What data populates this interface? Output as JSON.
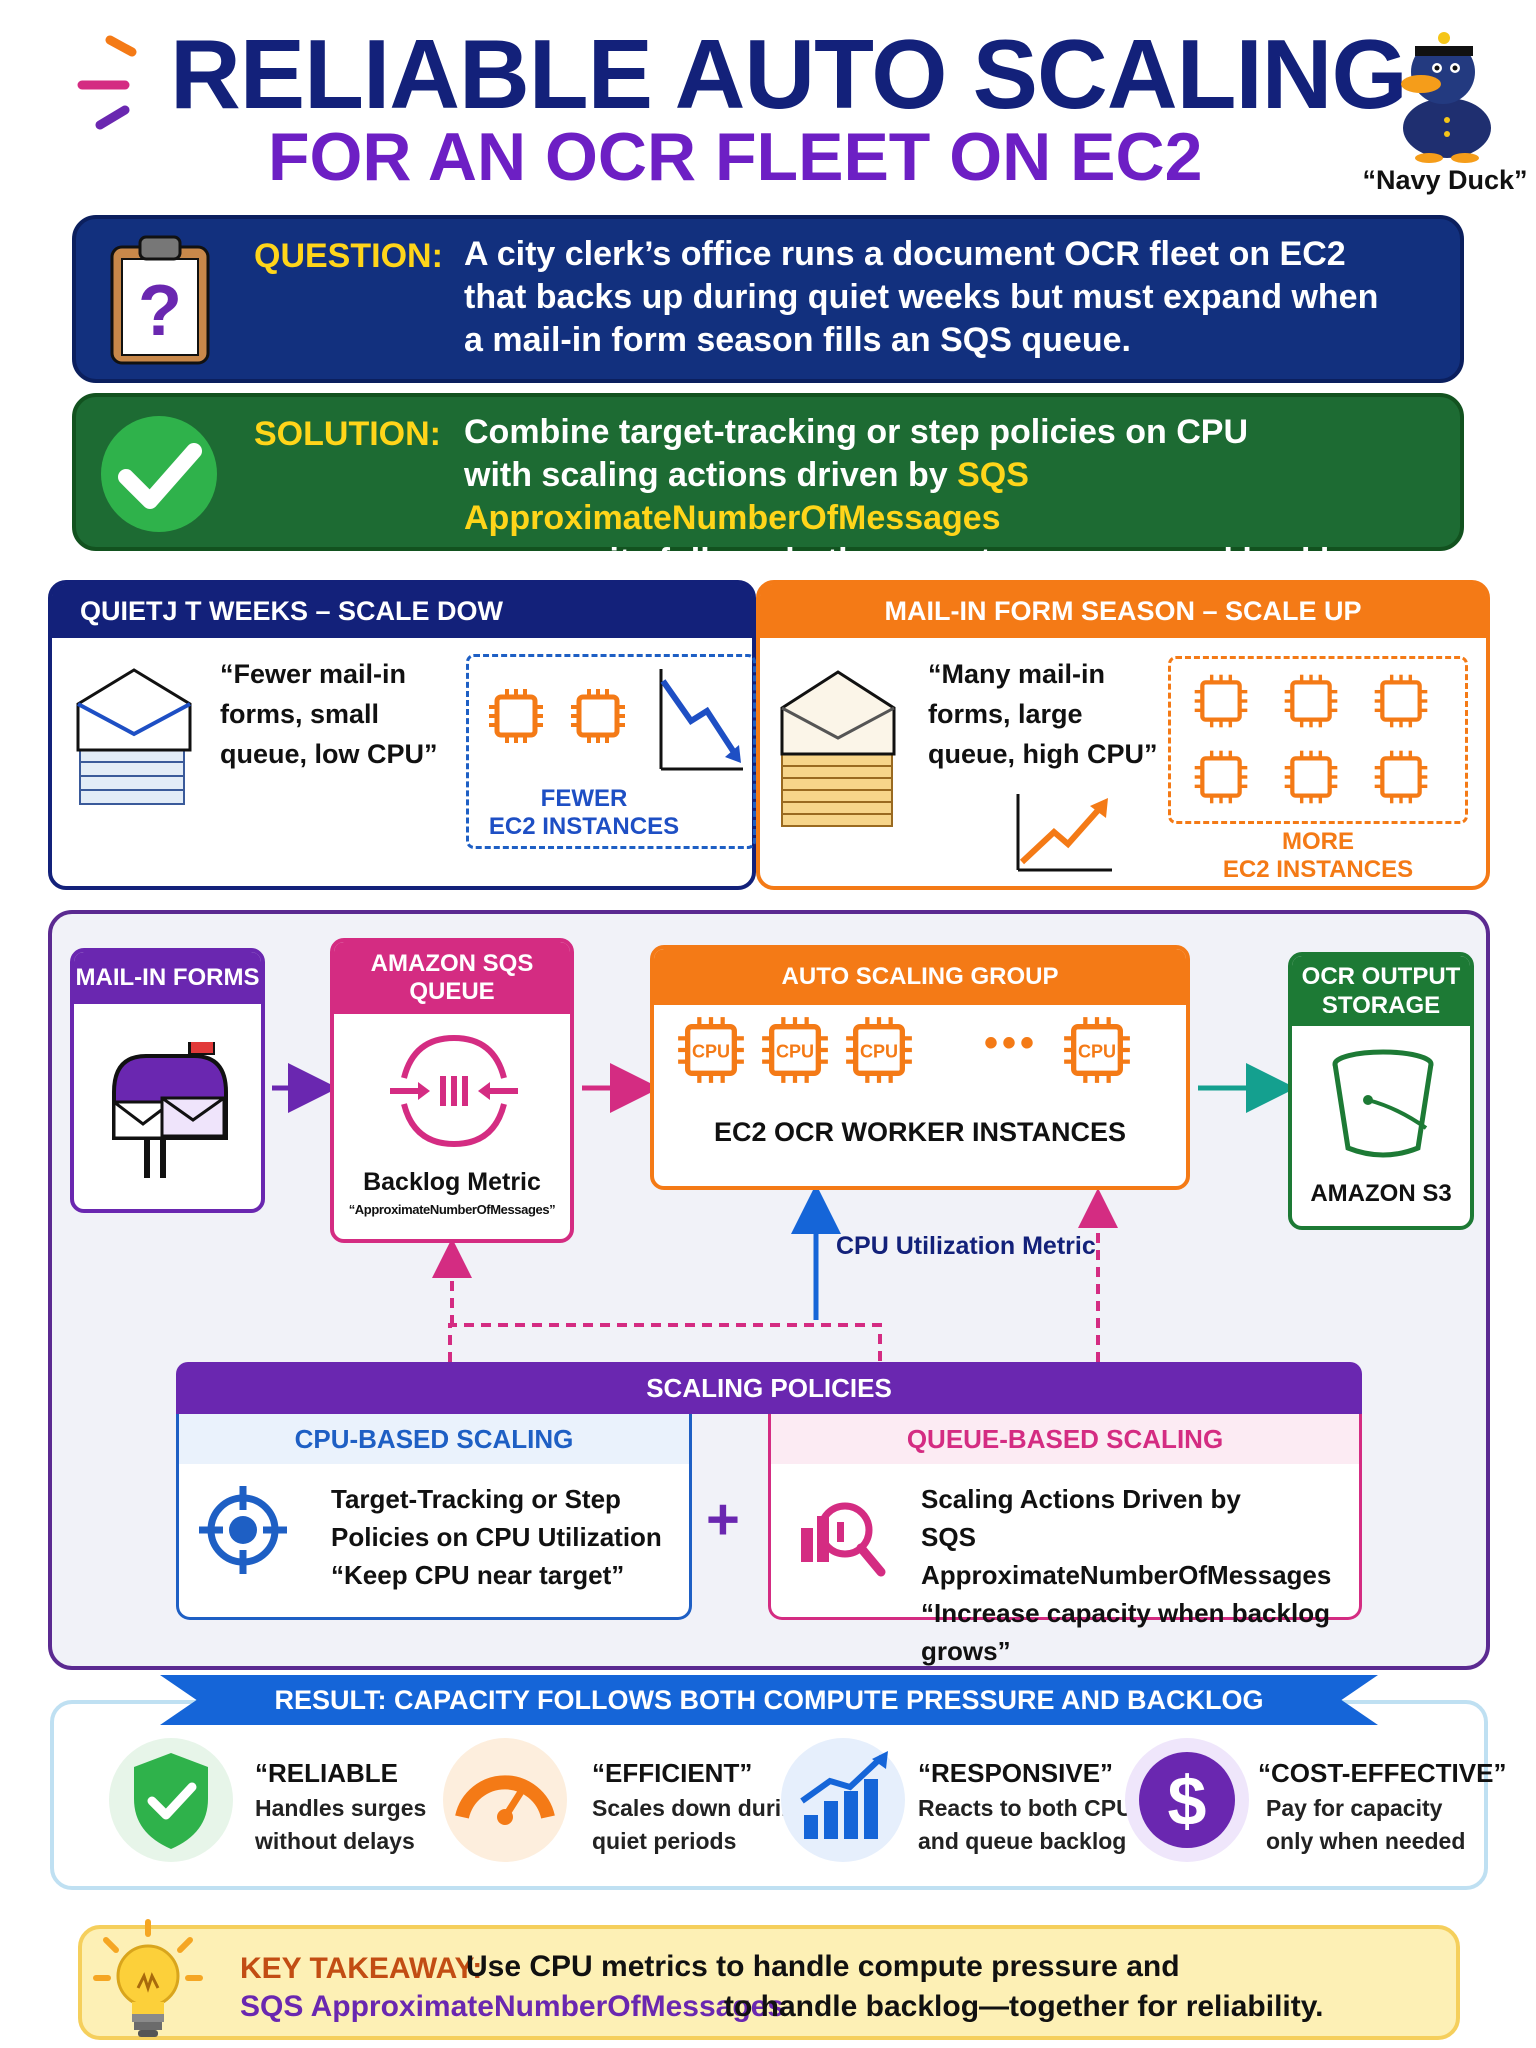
{
  "header": {
    "title_line1": "RELIABLE AUTO SCALING",
    "title_line2": "FOR AN OCR FLEET ON EC2",
    "mascot_caption": "“Navy Duck”"
  },
  "question": {
    "label": "QUESTION:",
    "line1": "A city clerk’s office runs a document OCR fleet on EC2",
    "line2": "that backs up during quiet weeks but must expand when",
    "line3": "a mail-in form season fills an SQS queue."
  },
  "solution": {
    "label": "SOLUTION:",
    "line1": "Combine target-tracking or step policies on CPU",
    "line2_prefix": "with scaling actions driven by ",
    "line2_highlight": "SQS ApproximateNumberOfMessages",
    "line3": "so capacity follows both compute pressure and backlog."
  },
  "quiet": {
    "heading": "QUIETJ     T WEEKS – SCALE DOW",
    "quote_line1": "“Fewer mail-in",
    "quote_line2": "forms, small",
    "quote_line3": "queue, low CPU”",
    "foot_line1": "FEWER",
    "foot_line2": "EC2 INSTANCES"
  },
  "busy": {
    "heading": "MAIL-IN FORM SEASON – SCALE UP",
    "quote_line1": "“Many mail-in",
    "quote_line2": "forms, large",
    "quote_line3": "queue, high CPU”",
    "foot_line1": "MORE",
    "foot_line2": "EC2 INSTANCES"
  },
  "architecture": {
    "mail_forms": "MAIL-IN FORMS",
    "sqs_head_line1": "AMAZON SQS",
    "sqs_head_line2": "QUEUE",
    "backlog_metric": "Backlog Metric",
    "backlog_metric_name": "“ApproximateNumberOfMessages”",
    "asg_head": "AUTO SCALING GROUP",
    "cpu_chip": "CPU",
    "asg_caption": "EC2 OCR WORKER INSTANCES",
    "cpu_metric": "CPU Utilization Metric",
    "s3_head_line1": "OCR OUTPUT",
    "s3_head_line2": "STORAGE",
    "s3_label": "AMAZON S3"
  },
  "policies": {
    "heading": "SCALING POLICIES",
    "cpu_title": "CPU-BASED SCALING",
    "cpu_line1": "Target-Tracking or Step",
    "cpu_line2": "Policies on CPU Utilization",
    "cpu_line3": "“Keep CPU near target”",
    "plus": "+",
    "queue_title": "QUEUE-BASED SCALING",
    "queue_line1": "Scaling Actions Driven by",
    "queue_line2": "SQS ApproximateNumberOfMessages",
    "queue_line3": "“Increase capacity when backlog grows”"
  },
  "result": {
    "banner": "RESULT: CAPACITY FOLLOWS BOTH COMPUTE PRESSURE AND BACKLOG",
    "items": [
      {
        "title": "“RELIABLE",
        "line1": "Handles surges",
        "line2": "without delays"
      },
      {
        "title": "“EFFICIENT”",
        "line1": "Scales down during",
        "line2": "quiet periods"
      },
      {
        "title": "“RESPONSIVE”",
        "line1": "Reacts to both CPU",
        "line2": "and queue backlog"
      },
      {
        "title": "“COST-EFFECTIVE”",
        "line1": "Pay for capacity",
        "line2": "only when needed"
      }
    ]
  },
  "takeaway": {
    "label": "KEY TAKEAWAY:",
    "line1": "Use CPU metrics to handle compute pressure and",
    "line2_highlight": "SQS ApproximateNumberOfMessages",
    "line2_rest": "to handle backlog—together for reliability."
  },
  "colors": {
    "navy": "#13217a",
    "purple": "#6a27b0",
    "orange": "#f47a16",
    "pink": "#d42c82",
    "green": "#1d7a35",
    "blue": "#1565d8",
    "yellow": "#ffd51a"
  },
  "icons": [
    "sparkle-icon",
    "duck-mascot-icon",
    "clipboard-question-icon",
    "checkmark-icon",
    "envelope-stack-icon",
    "chip-icon",
    "trend-down-icon",
    "trend-up-icon",
    "mailbox-icon",
    "sqs-queue-icon",
    "cpu-chip-icon",
    "s3-bucket-icon",
    "target-icon",
    "queue-search-icon",
    "shield-check-icon",
    "gauge-icon",
    "bar-chart-icon",
    "dollar-icon",
    "lightbulb-icon"
  ]
}
